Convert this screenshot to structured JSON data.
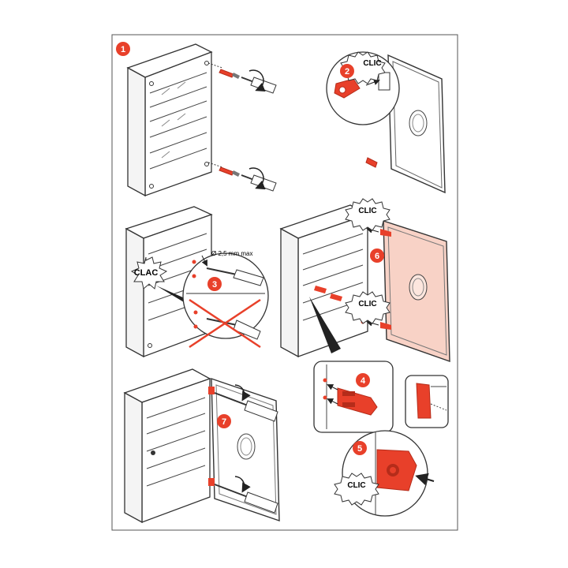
{
  "colors": {
    "accent": "#e8402a",
    "line": "#3a3a3a",
    "door_tint": "#f8d2c6",
    "clip_red": "#e8402a",
    "clip_dark": "#b52c1a",
    "box_fill": "#ffffff",
    "frame": "#555555"
  },
  "steps": [
    {
      "id": "step1",
      "number": "1"
    },
    {
      "id": "step2",
      "number": "2"
    },
    {
      "id": "step3",
      "number": "3"
    },
    {
      "id": "step4",
      "number": "4"
    },
    {
      "id": "step5",
      "number": "5"
    },
    {
      "id": "step6",
      "number": "6"
    },
    {
      "id": "step7",
      "number": "7"
    }
  ],
  "labels": {
    "clic": "CLIC",
    "clac": "CLAC",
    "drill_spec": "Ø 2,5 mm max"
  },
  "icons": [
    "screwdriver-icon",
    "screw-icon",
    "hinge-clip-icon",
    "cross-icon",
    "arrow-icon",
    "burst-icon"
  ]
}
